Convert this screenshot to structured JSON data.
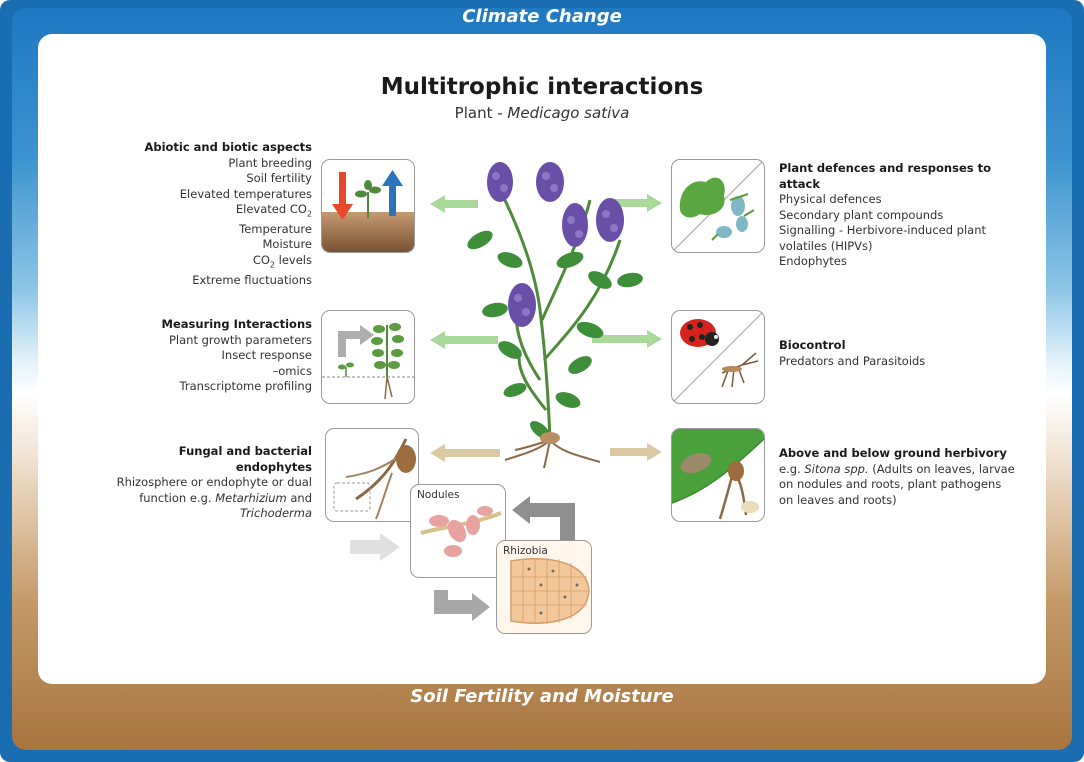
{
  "banners": {
    "top": "Climate Change",
    "bottom": "Soil Fertility and Moisture"
  },
  "header": {
    "title": "Multitrophic interactions",
    "subtitle_plain": "Plant - ",
    "subtitle_italic": "Medicago sativa"
  },
  "abiotic": {
    "heading": "Abiotic and biotic aspects",
    "items": [
      "Plant breeding",
      "Soil fertility",
      "Elevated temperatures",
      "Elevated CO",
      "Temperature",
      "Moisture",
      "CO",
      "Extreme fluctuations"
    ],
    "co2_sub": "2",
    "co2_levels_suffix": " levels"
  },
  "measuring": {
    "heading": "Measuring Interactions",
    "items": [
      "Plant growth parameters",
      "Insect response",
      "–omics",
      "Transcriptome profiling"
    ]
  },
  "fungal": {
    "heading": "Fungal and bacterial endophytes",
    "line1": "Rhizosphere or endophyte or dual",
    "line2_plain": "function e.g. ",
    "line2_italic": "Metarhizium",
    "line2_end": " and",
    "line3_italic": "Trichoderma"
  },
  "defences": {
    "heading": "Plant defences and responses to attack",
    "items": [
      "Physical defences",
      "Secondary plant compounds",
      "Signalling - Herbivore-induced plant",
      "volatiles (HIPVs)",
      "Endophytes"
    ]
  },
  "biocontrol": {
    "heading": "Biocontrol",
    "items": [
      "Predators and Parasitoids"
    ]
  },
  "herbivory": {
    "heading": "Above and below ground herbivory",
    "line1_plain": "e.g. ",
    "line1_italic": "Sitona spp.",
    "line1_end": " (Adults on leaves, larvae",
    "line2": "on nodules and roots, plant pathogens",
    "line3": "on leaves and roots)"
  },
  "panels": {
    "nodules_label": "Nodules",
    "rhizobia_label": "Rhizobia"
  },
  "colors": {
    "frame_blue": "#1a6db0",
    "soil_brown": "#a8743f",
    "green_arrow": "#a9d99a",
    "tan_arrow": "#dcc9a4",
    "gray_arrow": "#9e9e9e",
    "flower_purple": "#6a4fa8",
    "leaf_green": "#3f8f3a"
  }
}
